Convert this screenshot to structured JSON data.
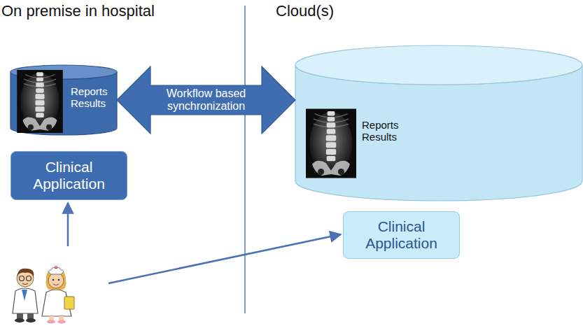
{
  "diagram": {
    "nodes": [
      {
        "text": [
          "Reports Results"
        ]
      },
      {
        "text": [
          "Reports Results"
        ]
      },
      {
        "text": [
          "Clinical Application"
        ]
      },
      {
        "text": [
          "Clinical Application"
        ]
      }
    ],
    "edges": [
      {
        "from": 0,
        "to": 1,
        "arrow": "both",
        "label": "Workflow based synchronization"
      }
    ],
    "labels": [
      "On premise in hospital",
      "Cloud(s)"
    ]
  }
}
